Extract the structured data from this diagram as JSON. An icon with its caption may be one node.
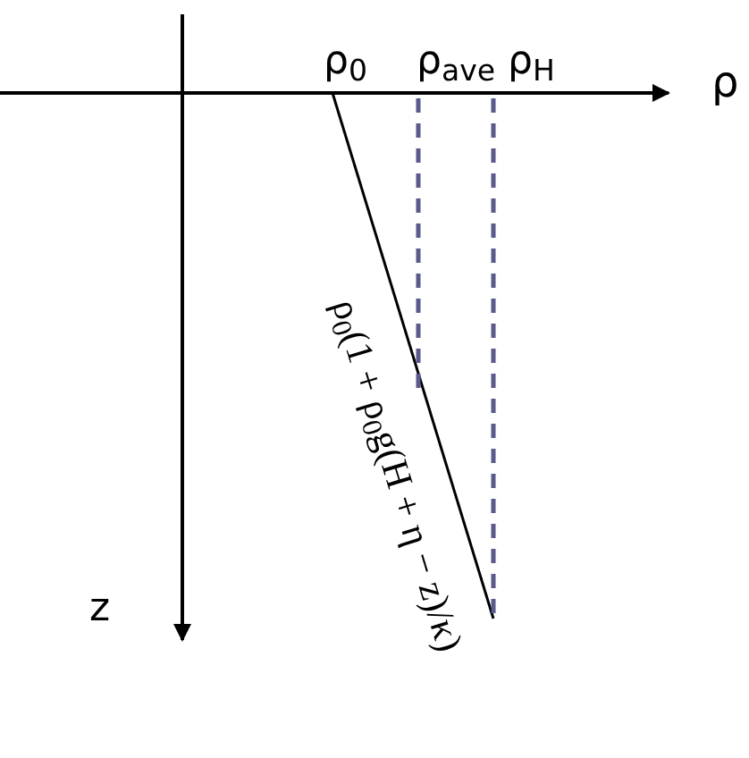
{
  "diagram": {
    "labels": [
      "ρ$_{0}$",
      "ρ$_{ave}$",
      "ρ$_{H}$",
      "ρ",
      "z",
      "ρ$_{0}$(1 + ρ$_{0}$g(H + η − z)/κ)"
    ]
  }
}
